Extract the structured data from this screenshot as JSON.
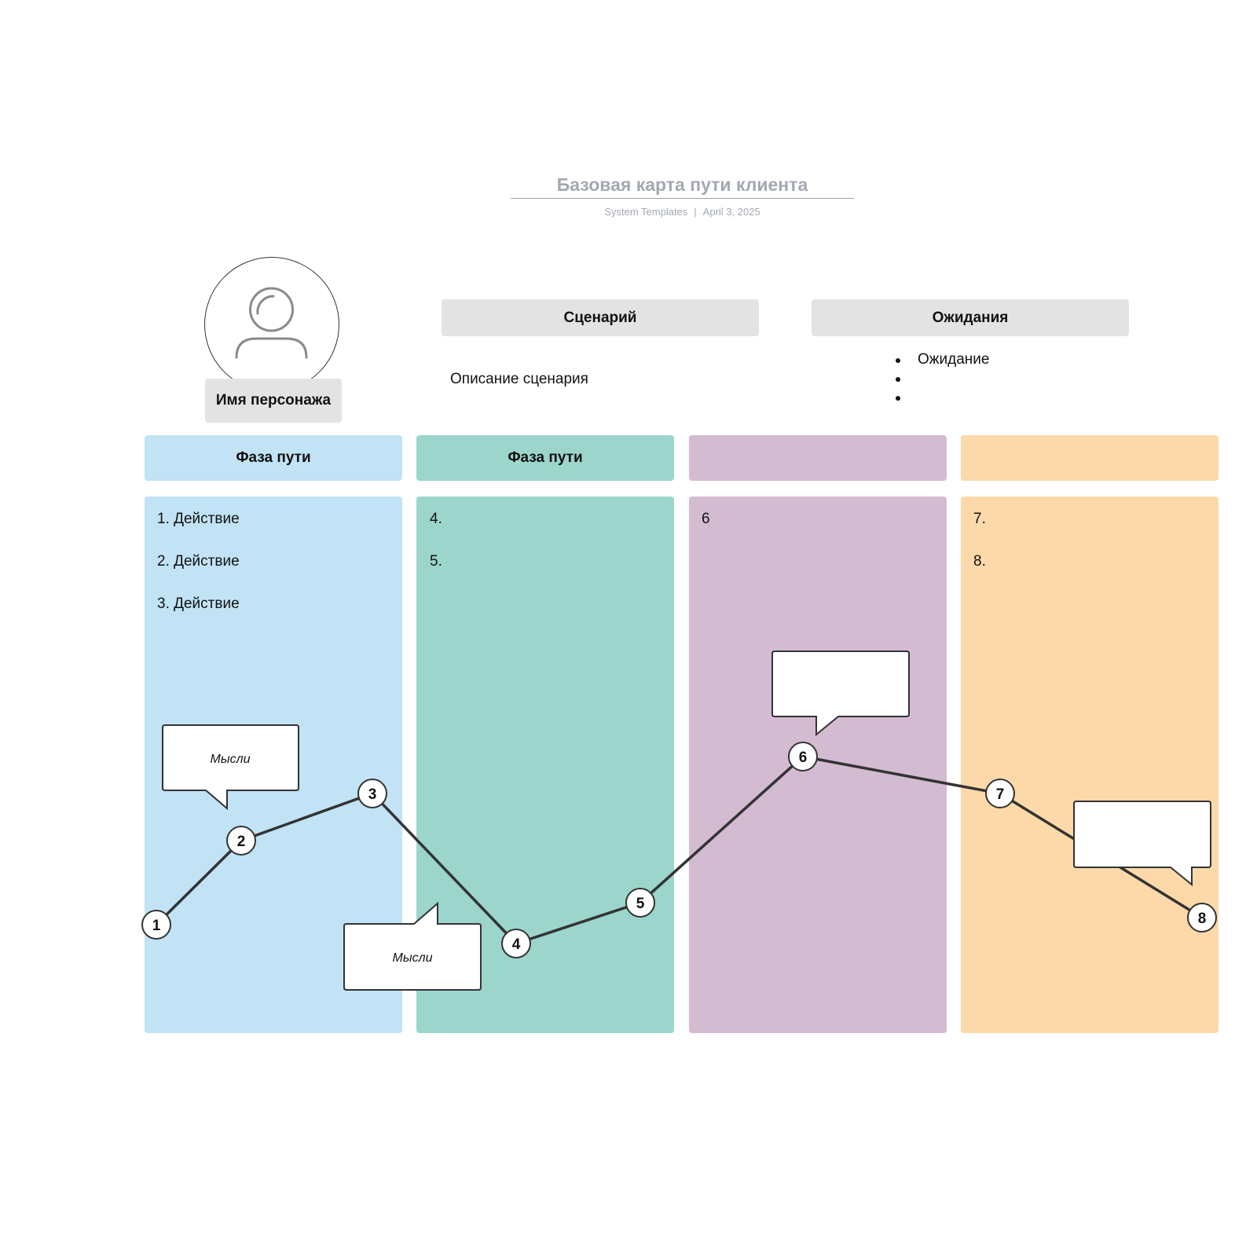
{
  "header": {
    "title": "Базовая карта пути клиента",
    "author": "System Templates",
    "date": "April 3, 2025"
  },
  "persona": {
    "name": "Имя персонажа"
  },
  "scenario": {
    "heading": "Сценарий",
    "description": "Описание сценария"
  },
  "expectations": {
    "heading": "Ожидания",
    "items": [
      "Ожидание",
      "",
      ""
    ]
  },
  "phases": [
    {
      "label": "Фаза пути",
      "color": "#c1e3f5",
      "actions": [
        "1. Действие",
        "2. Действие",
        "3. Действие"
      ]
    },
    {
      "label": "Фаза пути",
      "color": "#9bd5cb",
      "actions": [
        "4.",
        "5."
      ]
    },
    {
      "label": "",
      "color": "#d3bbd2",
      "actions": [
        "6"
      ]
    },
    {
      "label": "",
      "color": "#fdd9a9",
      "actions": [
        "7.",
        "8."
      ]
    }
  ],
  "journey_points": [
    "1",
    "2",
    "3",
    "4",
    "5",
    "6",
    "7",
    "8"
  ],
  "thought_bubbles": [
    "Мысли",
    "Мысли",
    "",
    ""
  ],
  "colors": {
    "line": "#333333",
    "header_gray": "#e3e3e3",
    "title_gray": "#a3a8b1"
  }
}
